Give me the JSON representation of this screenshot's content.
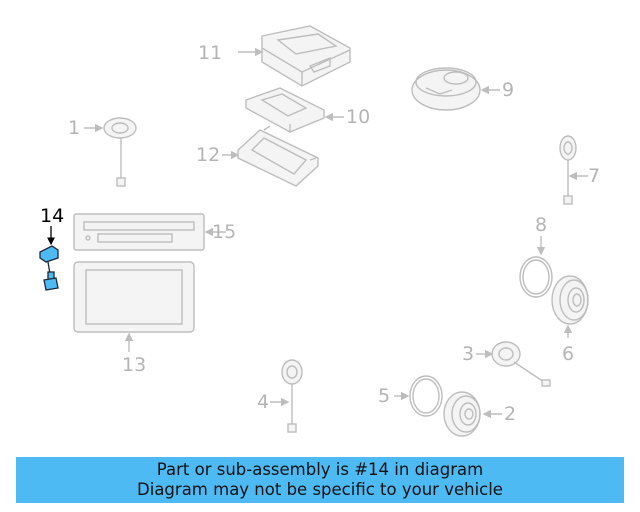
{
  "callouts": {
    "c1": "1",
    "c2": "2",
    "c3": "3",
    "c4": "4",
    "c5": "5",
    "c6": "6",
    "c7": "7",
    "c8": "8",
    "c9": "9",
    "c10": "10",
    "c11": "11",
    "c12": "12",
    "c13": "13",
    "c14": "14",
    "c15": "15"
  },
  "highlighted_part": "14",
  "colors": {
    "banner": "#4dbaf4",
    "highlight": "#4dbaf4",
    "part_lines": "#bdbdbd",
    "callout_text": "#b4b4b4"
  },
  "banner": {
    "line1": "Part or sub-assembly is #14 in diagram",
    "line2": "Diagram may not be specific to your vehicle"
  }
}
